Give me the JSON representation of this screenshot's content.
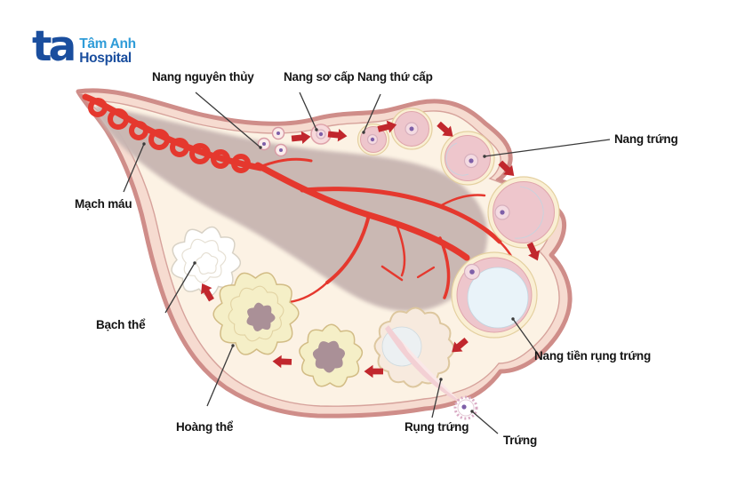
{
  "brand": {
    "monogram": "ta",
    "title": "Tâm Anh",
    "subtitle": "Hospital"
  },
  "labels": {
    "nang_nguyen_thuy": "Nang nguyên thủy",
    "nang_so_cap": "Nang sơ cấp",
    "nang_thu_cap": "Nang thứ cấp",
    "nang_trung": "Nang trứng",
    "mach_mau": "Mạch máu",
    "bach_the": "Bạch thể",
    "hoang_the": "Hoàng thể",
    "nang_tien_rung_trung": "Nang tiền rụng trứng",
    "rung_trung": "Rụng trứng",
    "trung": "Trứng"
  },
  "colors": {
    "brand_blue": "#1a4e9e",
    "brand_light": "#2f9cd8",
    "label_ink": "#141414",
    "leader": "#3a3a3a",
    "wall_stroke": "#cf8d89",
    "wall_band": "#f6dbd0",
    "inner_line": "#d6a29b",
    "interior": "#fcf2e4",
    "stroma": "#c8b6b2",
    "vessel": "#e5382e",
    "arrow": "#c1272d",
    "follicle_pink": "#eec6cc",
    "follicle_edge": "#dfa4ab",
    "ring_fill": "#faefd4",
    "ring_stroke": "#e4d0a0",
    "antrum": "#e9f3f9",
    "antrum_stroke": "#c2d5e0",
    "oocyte": "#f4dbe2",
    "oocyte_stroke": "#d7b0bd",
    "nucleus": "#7e5fa8",
    "primordial": "#fbecea",
    "primordial_stroke": "#d89aa4",
    "luteum": "#f5efc7",
    "luteum_stroke": "#d2bc85",
    "luteum_core": "#aa9097",
    "albicans": "#ffffff",
    "albicans_stroke": "#d8d2c6",
    "albicans_fold": "#e6e0d4",
    "sac_fill": "#f7eade",
    "sac_stroke": "#ddc79f",
    "funnel": "#f3d0d4",
    "funnel_core": "#fae8e8",
    "egg_spikes": "#d9a9c3",
    "egg_stroke": "#e4cbd6"
  }
}
